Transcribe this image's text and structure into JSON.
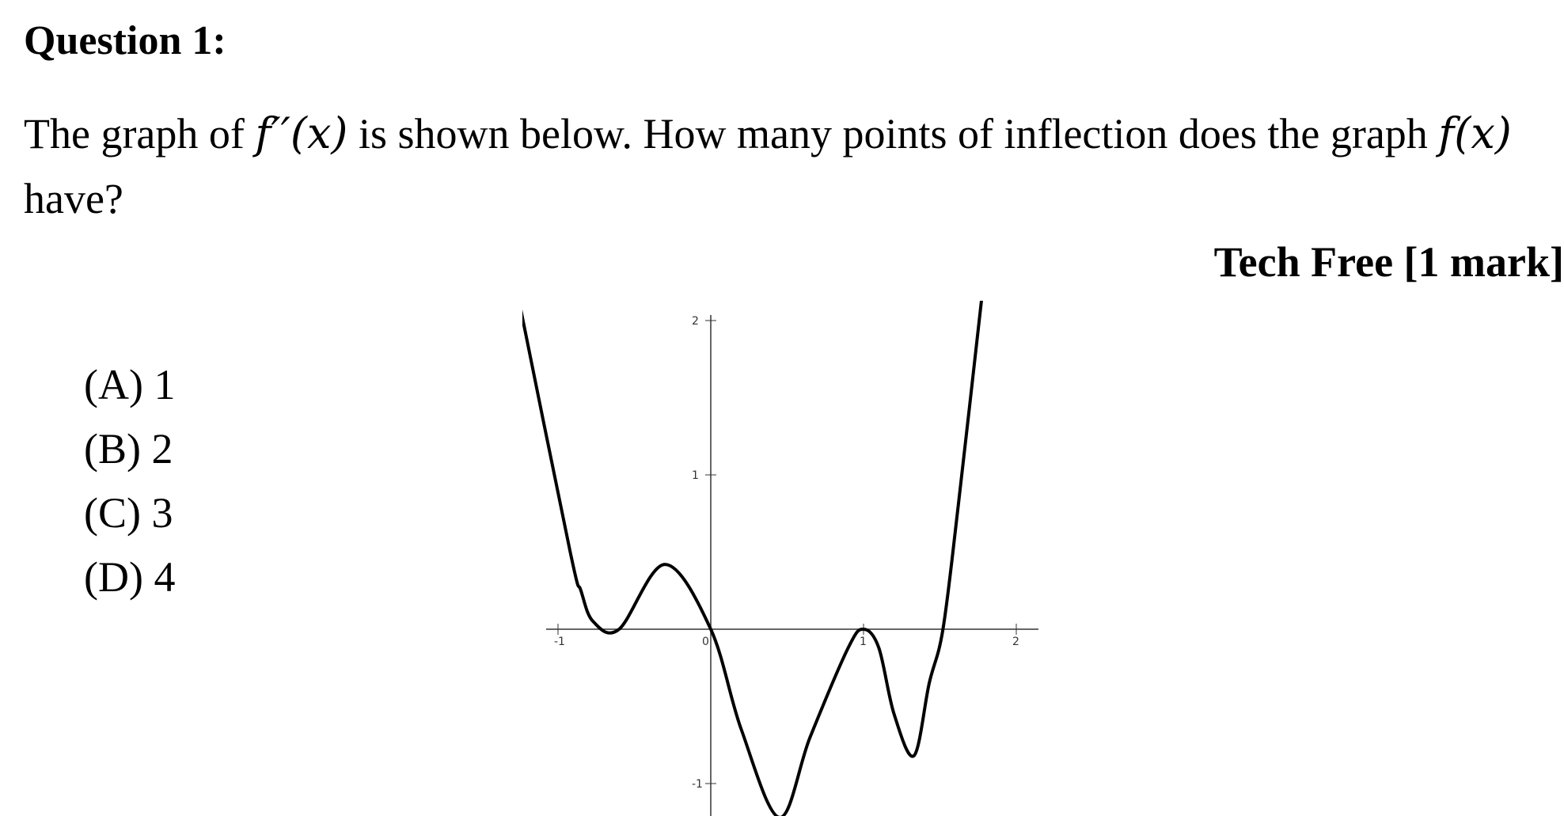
{
  "question": {
    "title": "Question 1:",
    "prompt_part1": "The graph of ",
    "prompt_math1": "f′′(x)",
    "prompt_part2": " is shown below. How many points of inflection does the graph ",
    "prompt_math2": "f(x)",
    "prompt_part3": " have?",
    "marks": "Tech Free [1 mark]"
  },
  "options": [
    {
      "label": "(A) 1"
    },
    {
      "label": "(B) 2"
    },
    {
      "label": "(C) 3"
    },
    {
      "label": "(D) 4"
    }
  ],
  "chart_data": {
    "type": "line",
    "xlim": [
      -1,
      2
    ],
    "ylim": [
      -1.2,
      2.2
    ],
    "x_ticks": [
      "-1",
      "0",
      "1",
      "2"
    ],
    "y_ticks": [
      "-1",
      "1",
      "2"
    ],
    "series": [
      {
        "x": [
          -1.27,
          -0.92,
          -0.85,
          -0.77,
          -0.6,
          -0.3,
          0,
          0.2,
          0.45,
          0.65,
          0.9,
          1.0,
          1.1,
          1.2,
          1.33,
          1.43,
          1.52,
          1.62,
          1.78
        ],
        "y": [
          2.2,
          0.5,
          0.25,
          0.05,
          0.0,
          0.42,
          0.0,
          -0.65,
          -1.22,
          -0.7,
          -0.12,
          0.0,
          -0.12,
          -0.55,
          -0.82,
          -0.35,
          0.0,
          0.8,
          2.2
        ]
      }
    ]
  }
}
